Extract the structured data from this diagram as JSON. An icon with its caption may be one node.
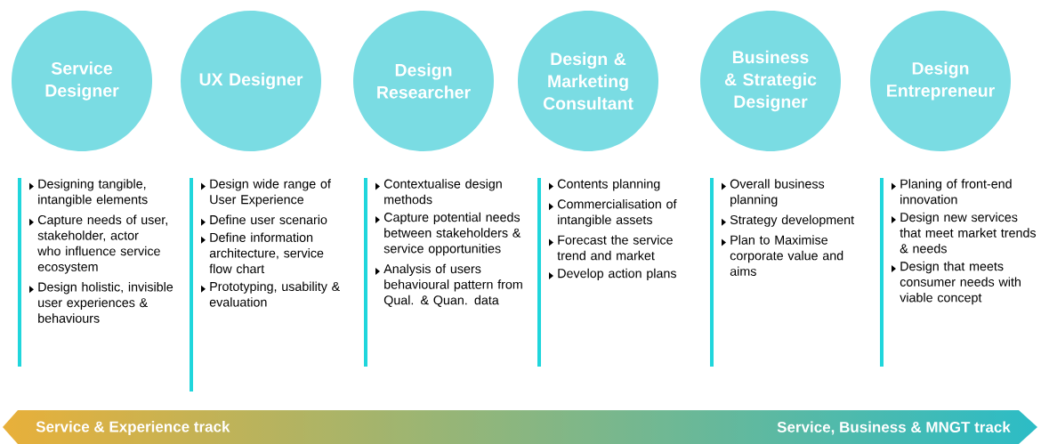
{
  "diagram": {
    "nodes": [
      {
        "text": [
          "Service Designer"
        ]
      },
      {
        "text": [
          "UX Designer"
        ]
      },
      {
        "text": [
          "Design Researcher"
        ]
      },
      {
        "text": [
          "Design & Marketing Consultant"
        ]
      },
      {
        "text": [
          "Business & Strategic Designer"
        ]
      },
      {
        "text": [
          "Design Entrepreneur"
        ]
      },
      {
        "text": [
          "Service & Experience track",
          "Service, Business & MNGT track"
        ]
      }
    ],
    "labels": [
      "Designing tangible, intangible elements",
      "Capture needs of user, stakeholder, actor who influence service ecosystem",
      "Design holistic, invisible user experiences & behaviours",
      "Design wide range of User Experience",
      "Define user scenario",
      "Define information architecture, service flow chart",
      "Prototyping, usability & evaluation",
      "Contextualise design methods",
      "Capture potential needs between stakeholders & service opportunities",
      "Analysis of users behavioural pattern from Qual. & Quan. data",
      "Contents planning",
      "Commercialisation of intangible assets",
      "Forecast the service trend and market",
      "Develop action plans",
      "Overall business planning",
      "Strategy development",
      "Plan to Maximise corporate value and aims",
      "Planing of front-end innovation",
      "Design new services that meet market trends & needs",
      "Design that meets consumer needs with viable concept"
    ]
  }
}
